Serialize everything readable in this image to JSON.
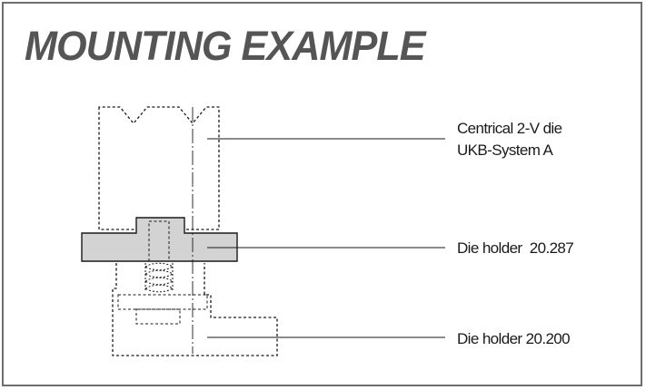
{
  "title": "MOUNTING EXAMPLE",
  "callouts": [
    {
      "lines": [
        "Centrical 2-V die",
        "UKB-System A"
      ]
    },
    {
      "lines": [
        "Die holder  20.287"
      ]
    },
    {
      "lines": [
        "Die holder 20.200"
      ]
    }
  ],
  "colors": {
    "frame": "#6d6d6d",
    "title": "#555555",
    "holder_fill": "#d3d3d3",
    "line": "#1a1a1a"
  }
}
